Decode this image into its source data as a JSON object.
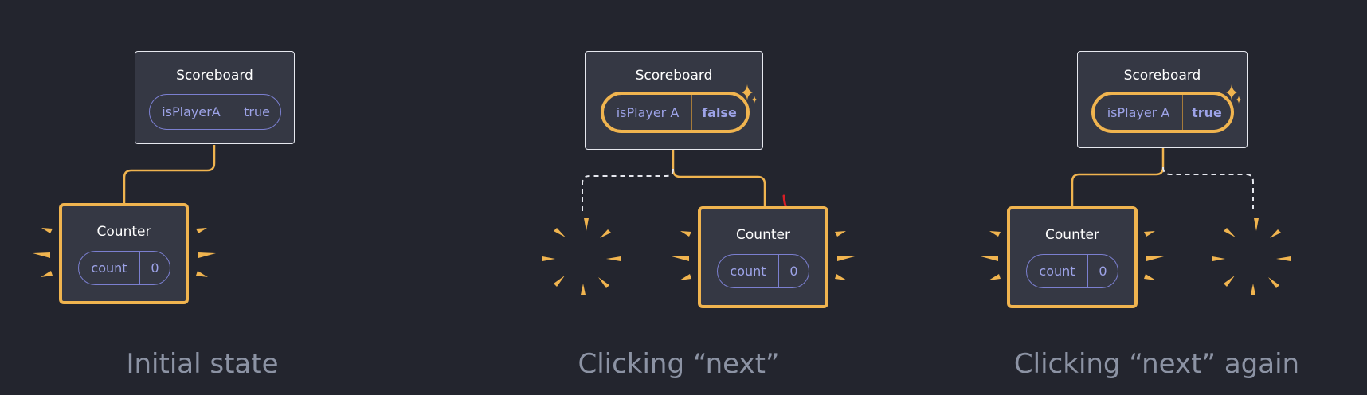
{
  "colors": {
    "background": "#23252e",
    "component_fill": "#353844",
    "highlight": "#f0b44f",
    "prop_text": "#9da3e8",
    "removed_marker": "#d91e25"
  },
  "panels": [
    {
      "caption": "Initial state",
      "scoreboard": {
        "title": "Scoreboard",
        "prop_key": "isPlayerA",
        "prop_value": "true"
      },
      "counters": [
        {
          "title": "Counter",
          "prop_key": "count",
          "prop_value": "0"
        }
      ]
    },
    {
      "caption": "Clicking “next”",
      "scoreboard": {
        "title": "Scoreboard",
        "prop_key": "isPlayer A",
        "prop_value": "false"
      },
      "counters": [
        {
          "title": "Counter",
          "prop_key": "count",
          "prop_value": "0"
        }
      ]
    },
    {
      "caption": "Clicking “next” again",
      "scoreboard": {
        "title": "Scoreboard",
        "prop_key": "isPlayer A",
        "prop_value": "true"
      },
      "counters": [
        {
          "title": "Counter",
          "prop_key": "count",
          "prop_value": "0"
        }
      ]
    }
  ]
}
